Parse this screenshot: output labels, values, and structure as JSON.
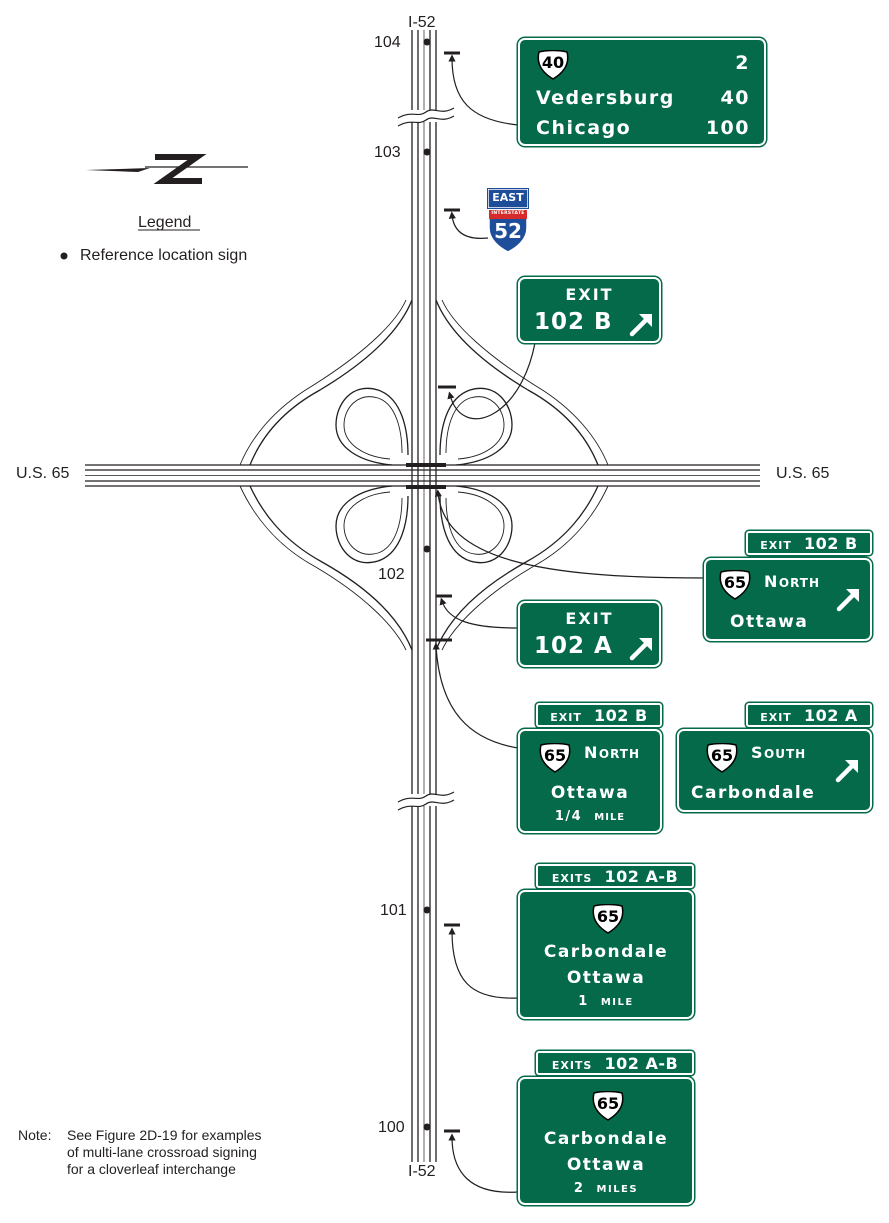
{
  "route_labels": {
    "i52_top": "I-52",
    "i52_bottom": "I-52",
    "us65_left": "U.S. 65",
    "us65_right": "U.S. 65"
  },
  "milepoints": [
    "104",
    "103",
    "102",
    "101",
    "100"
  ],
  "legend": {
    "title": "Legend",
    "item": "Reference location sign"
  },
  "note": {
    "label": "Note:",
    "lines": [
      "See Figure 2D-19 for examples",
      "of multi-lane crossroad signing",
      "for a cloverleaf interchange"
    ]
  },
  "signs": {
    "distance": {
      "shield": "40",
      "row1_value": "2",
      "row2_dest": "Vedersburg",
      "row2_value": "40",
      "row3_dest": "Chicago",
      "row3_value": "100"
    },
    "confirm_marker": {
      "direction": "EAST",
      "banner": "INTERSTATE",
      "number": "52"
    },
    "exit_102b_gore": {
      "exit": "EXIT",
      "number": "102 B"
    },
    "exit_102a_gore": {
      "exit": "EXIT",
      "number": "102 A"
    },
    "exit_102b_overhead": {
      "tab_exit": "EXIT",
      "tab_number": "102 B",
      "shield": "65",
      "direction_first": "N",
      "direction_rest": "ORTH",
      "destination": "Ottawa"
    },
    "exit_102b_advance": {
      "tab_exit": "EXIT",
      "tab_number": "102 B",
      "shield": "65",
      "direction_first": "N",
      "direction_rest": "ORTH",
      "destination": "Ottawa",
      "distance_value": "1/4",
      "distance_unit": "MILE"
    },
    "exit_102a_advance": {
      "tab_exit": "EXIT",
      "tab_number": "102 A",
      "shield": "65",
      "direction_first": "S",
      "direction_rest": "OUTH",
      "destination": "Carbondale"
    },
    "exits_1mile": {
      "tab_exit": "EXITS",
      "tab_number": "102 A-B",
      "shield": "65",
      "destination1": "Carbondale",
      "destination2": "Ottawa",
      "distance_value": "1",
      "distance_unit": "MILE"
    },
    "exits_2miles": {
      "tab_exit": "EXITS",
      "tab_number": "102 A-B",
      "shield": "65",
      "destination1": "Carbondale",
      "destination2": "Ottawa",
      "distance_value": "2",
      "distance_unit": "MILES"
    }
  },
  "colors": {
    "guide_green": "#046a4a",
    "interstate_blue": "#1e4d9a",
    "interstate_red": "#d52b2b",
    "line": "#231f20"
  }
}
